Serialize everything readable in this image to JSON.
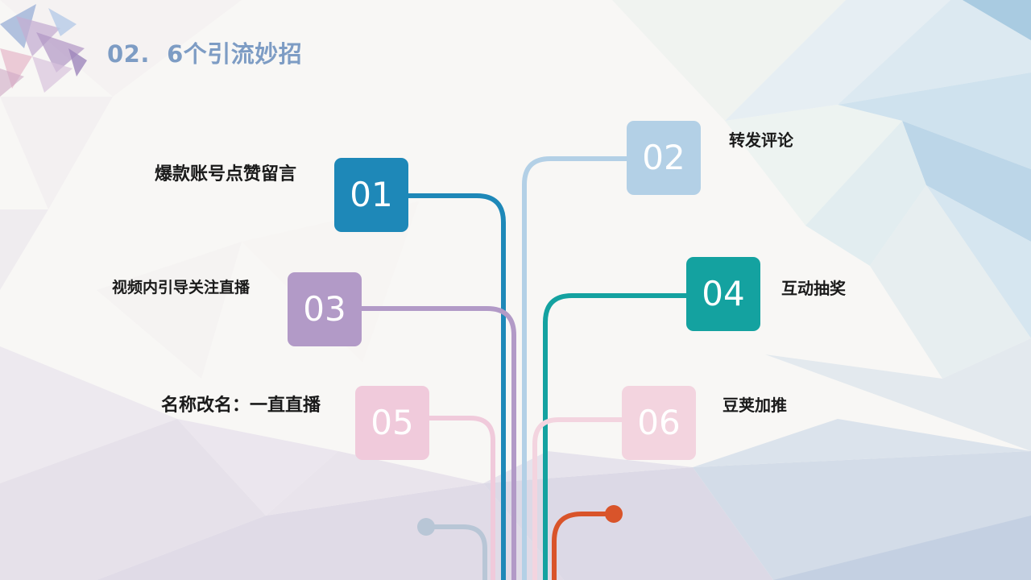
{
  "title": "02.  6个引流妙招",
  "steps": [
    {
      "num": "01",
      "label": "爆款账号点赞留言",
      "color": "#1e88b8"
    },
    {
      "num": "02",
      "label": "转发评论",
      "color": "#b3d0e6"
    },
    {
      "num": "03",
      "label": "视频内引导关注直播",
      "color": "#b29ac7"
    },
    {
      "num": "04",
      "label": "互动抽奖",
      "color": "#14a2a0"
    },
    {
      "num": "05",
      "label": "名称改名：一直直播",
      "color": "#f0cadb"
    },
    {
      "num": "06",
      "label": "豆荚加推",
      "color": "#f3d4df"
    }
  ],
  "colors": {
    "title": "#7d9cc4",
    "accent_orange": "#d9542a",
    "accent_bluegray": "#b8c6d6"
  }
}
